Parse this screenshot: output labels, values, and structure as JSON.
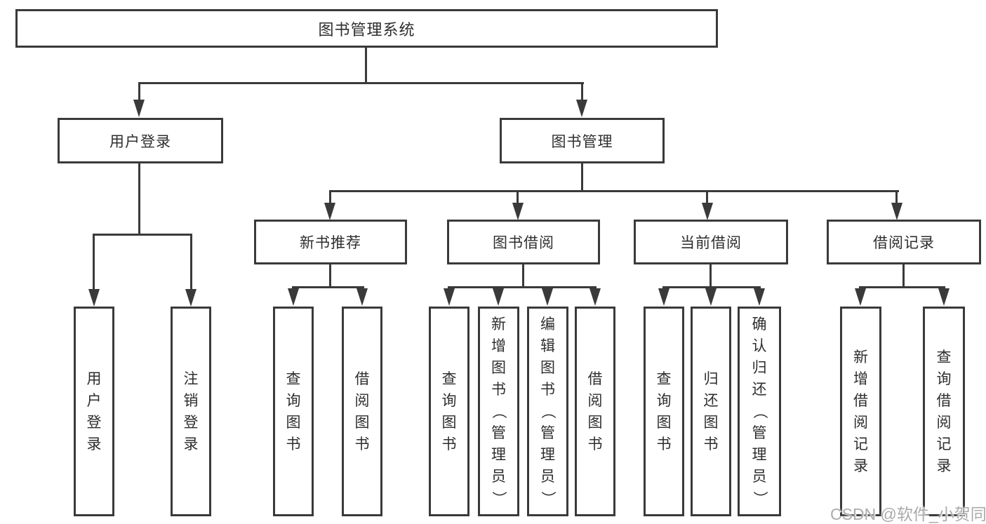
{
  "diagram_type": "hierarchy-structure-chart",
  "colors": {
    "line": "#3a3a3a",
    "box_border": "#3a3a3a",
    "box_background": "#ffffff",
    "text": "#2e2e2e",
    "watermark": "#ababab"
  },
  "watermark": {
    "text": "CSDN @软件_小贺同学"
  },
  "tree": {
    "root": {
      "label": "图书管理系统",
      "children": [
        {
          "label": "用户登录",
          "children": [
            {
              "label": "用户登录"
            },
            {
              "label": "注销登录"
            }
          ]
        },
        {
          "label": "图书管理",
          "children": [
            {
              "label": "新书推荐",
              "children": [
                {
                  "label": "查询图书"
                },
                {
                  "label": "借阅图书"
                }
              ]
            },
            {
              "label": "图书借阅",
              "children": [
                {
                  "label": "查询图书"
                },
                {
                  "label": "新增图书（管理员）"
                },
                {
                  "label": "编辑图书（管理员）"
                },
                {
                  "label": "借阅图书"
                }
              ]
            },
            {
              "label": "当前借阅",
              "children": [
                {
                  "label": "查询图书"
                },
                {
                  "label": "归还图书"
                },
                {
                  "label": "确认归还（管理员）"
                }
              ]
            },
            {
              "label": "借阅记录",
              "children": [
                {
                  "label": "新增借阅记录"
                },
                {
                  "label": "查询借阅记录"
                }
              ]
            }
          ]
        }
      ]
    }
  }
}
